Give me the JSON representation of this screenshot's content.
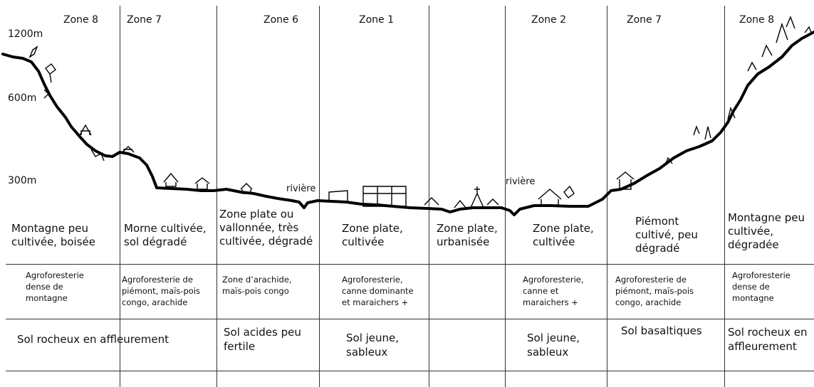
{
  "zones": [
    {
      "zone": "Zone 8",
      "description": "Montagne peu\ncultivée, boisée",
      "agroforestry": "Agroforesterie\ndense de\nmontagne",
      "soil": "Sol rocheux en affleurement"
    },
    {
      "zone": "Zone 7",
      "description": "Morne cultivée,\nsol dégradé",
      "agroforestry": "Agroforesterie de\npiémont, maïs-pois\ncongo, arachide",
      "soil": ""
    },
    {
      "zone": "Zone 6",
      "description": "Zone plate ou\nvallonnée, très\ncultivée, dégradé",
      "agroforestry": "Zone d’arachide,\nmaïs-pois congo",
      "soil": "Sol acides peu\nfertile"
    },
    {
      "zone": "Zone 1",
      "description": "Zone plate,\ncultivée",
      "agroforestry": "Agroforesterie,\ncanne dominante\net maraichers +",
      "soil": "Sol jeune,\nsableux"
    },
    {
      "zone": "",
      "description": "Zone plate,\nurbanisée",
      "agroforestry": "",
      "soil": ""
    },
    {
      "zone": "Zone 2",
      "description": "Zone plate,\ncultivée",
      "agroforestry": "Agroforesterie,\ncanne et\nmaraichers +",
      "soil": "Sol jeune,\nsableux"
    },
    {
      "zone": "Zone 7",
      "description": "Piémont\ncultivé, peu\ndégradé",
      "agroforestry": "Agroforesterie de\npiémont, maïs-pois\ncongo, arachide",
      "soil": "Sol basaltiques"
    },
    {
      "zone": "Zone 8",
      "description": "Montagne peu\ncultivée,\ndégradée",
      "agroforestry": "Agroforesterie\ndense de\nmontagne",
      "soil": "Sol rocheux en\naffleurement"
    }
  ],
  "altitudes": [
    "1200m",
    "600m",
    "300m"
  ],
  "river_labels": [
    "rivière",
    "rivière"
  ],
  "colors": {
    "line": "#000000",
    "background": "#ffffff",
    "text": "#111111"
  },
  "icons": [
    "tree-icon",
    "house-icon",
    "church-icon",
    "building-icon",
    "cross-icon"
  ]
}
